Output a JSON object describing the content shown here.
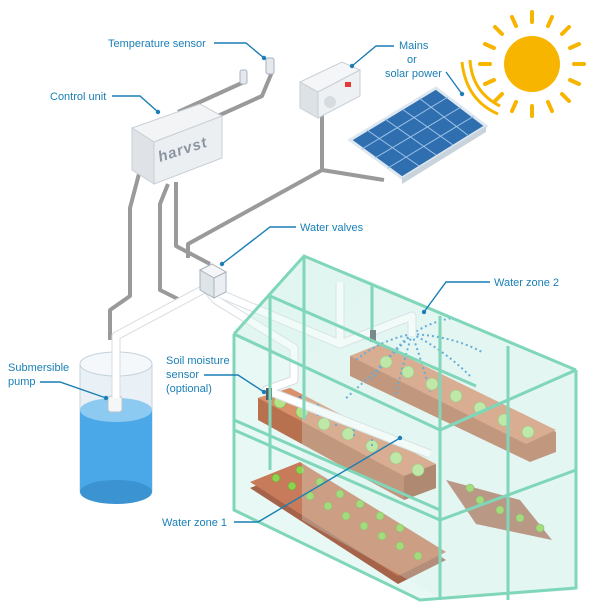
{
  "labels": {
    "temperature_sensor": "Temperature sensor",
    "control_unit": "Control unit",
    "mains_line1": "Mains",
    "mains_line2": "or",
    "mains_line3": "solar power",
    "water_valves": "Water valves",
    "water_zone_2": "Water zone 2",
    "submersible_line1": "Submersible",
    "submersible_line2": "pump",
    "soil_line1": "Soil moisture",
    "soil_line2": "sensor",
    "soil_line3": "(optional)",
    "water_zone_1": "Water zone 1"
  },
  "brand": "harvst",
  "colors": {
    "label": "#1a7fb5",
    "cable": "#9a9a9a",
    "glass_frame": "#7fd6b9",
    "glass_fill": "#d6f3ec",
    "water": "#4aa8e8",
    "planter": "#c77b5a",
    "sun": "#f7b500",
    "solar_panel": "#2f6fb0"
  }
}
